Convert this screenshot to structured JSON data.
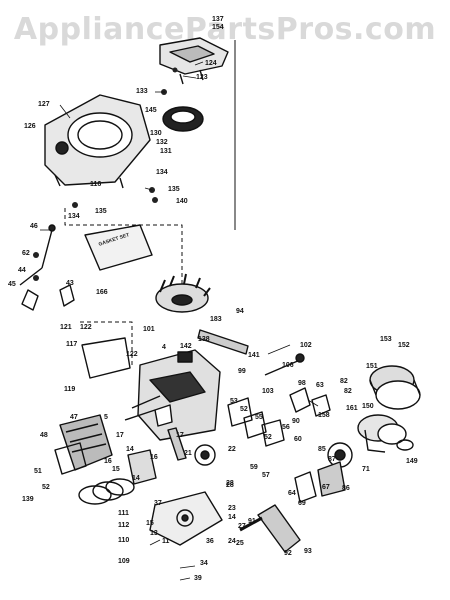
{
  "watermark": "AppliancePartsPros.com",
  "gasket_set_text": "GASKET SET",
  "part_numbers": [
    "137",
    "154",
    "124",
    "123",
    "133",
    "145",
    "127",
    "126",
    "130",
    "132",
    "131",
    "116",
    "134",
    "135",
    "134",
    "135",
    "140",
    "46",
    "62",
    "44",
    "45",
    "43",
    "166",
    "183",
    "94",
    "101",
    "102",
    "138",
    "4",
    "142",
    "141",
    "99",
    "121",
    "122",
    "117",
    "122",
    "119",
    "153",
    "152",
    "151",
    "47",
    "5",
    "106",
    "17",
    "14",
    "103",
    "53",
    "52",
    "98",
    "55",
    "63",
    "82",
    "82",
    "161",
    "150",
    "56",
    "158",
    "28",
    "16",
    "15",
    "16",
    "17",
    "14",
    "48",
    "51",
    "52",
    "139",
    "90",
    "52",
    "57",
    "60",
    "21",
    "22",
    "59",
    "86",
    "149",
    "71",
    "85",
    "87",
    "67",
    "64",
    "69",
    "28",
    "37",
    "27",
    "15",
    "13",
    "11",
    "36",
    "23",
    "14",
    "25",
    "91",
    "93",
    "92",
    "111",
    "112",
    "110",
    "109",
    "24",
    "39",
    "34"
  ]
}
